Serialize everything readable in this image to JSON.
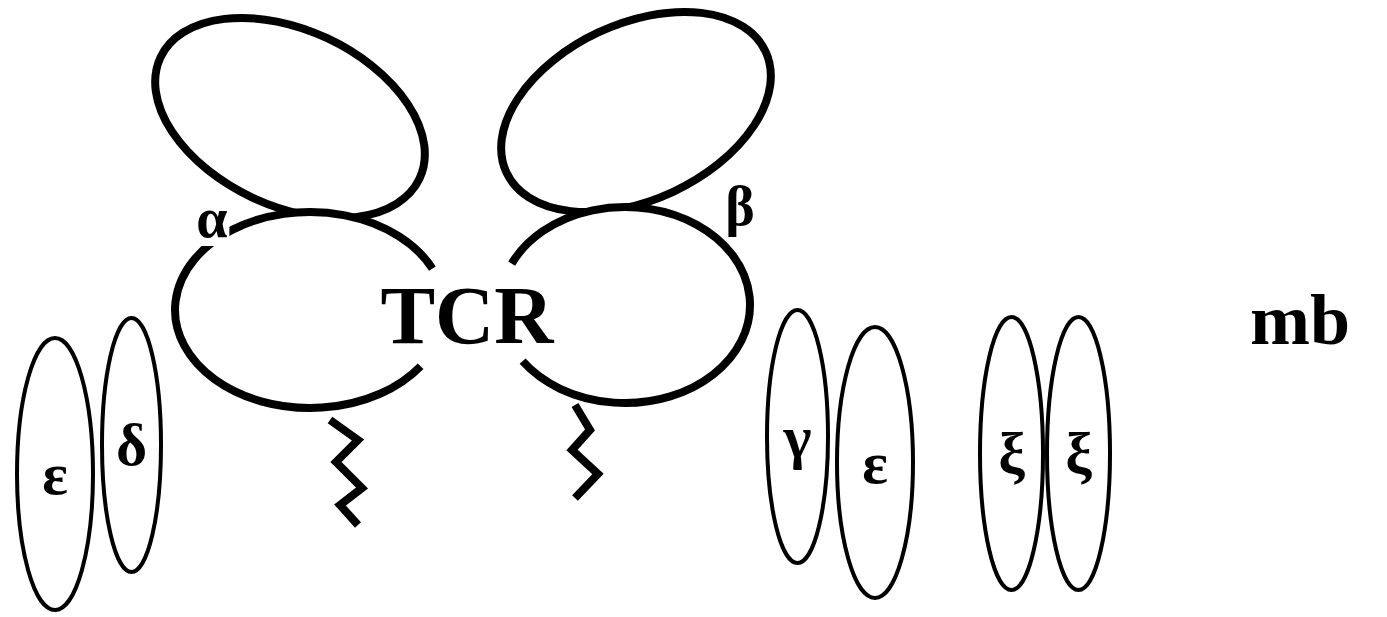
{
  "diagram": {
    "nodes": [
      {
        "text": [
          "ε"
        ]
      },
      {
        "text": [
          "δ"
        ]
      },
      {
        "text": [
          "γ"
        ]
      },
      {
        "text": [
          "ε"
        ]
      },
      {
        "text": [
          "ξ"
        ]
      },
      {
        "text": [
          "ξ"
        ]
      }
    ],
    "labels": [
      "α",
      "β",
      "TCR",
      "mb"
    ]
  }
}
